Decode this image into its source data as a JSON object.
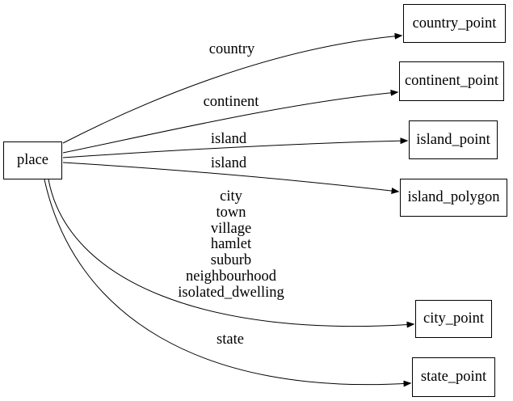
{
  "diagram": {
    "type": "graphviz-digraph",
    "direction": "LR",
    "colors": {
      "background": "#ffffff",
      "node_border": "#000000",
      "edge_stroke": "#000000",
      "text": "#000000"
    },
    "nodes": [
      {
        "id": "place",
        "label": "place"
      },
      {
        "id": "country_point",
        "label": "country_point"
      },
      {
        "id": "continent_point",
        "label": "continent_point"
      },
      {
        "id": "island_point",
        "label": "island_point"
      },
      {
        "id": "island_polygon",
        "label": "island_polygon"
      },
      {
        "id": "city_point",
        "label": "city_point"
      },
      {
        "id": "state_point",
        "label": "state_point"
      }
    ],
    "edges": [
      {
        "from": "place",
        "to": "country_point",
        "label": "country"
      },
      {
        "from": "place",
        "to": "continent_point",
        "label": "continent"
      },
      {
        "from": "place",
        "to": "island_point",
        "label": "island"
      },
      {
        "from": "place",
        "to": "island_polygon",
        "label": "island"
      },
      {
        "from": "place",
        "to": "city_point",
        "lines": [
          "city",
          "town",
          "village",
          "hamlet",
          "suburb",
          "neighbourhood",
          "isolated_dwelling"
        ]
      },
      {
        "from": "place",
        "to": "state_point",
        "label": "state"
      }
    ]
  }
}
